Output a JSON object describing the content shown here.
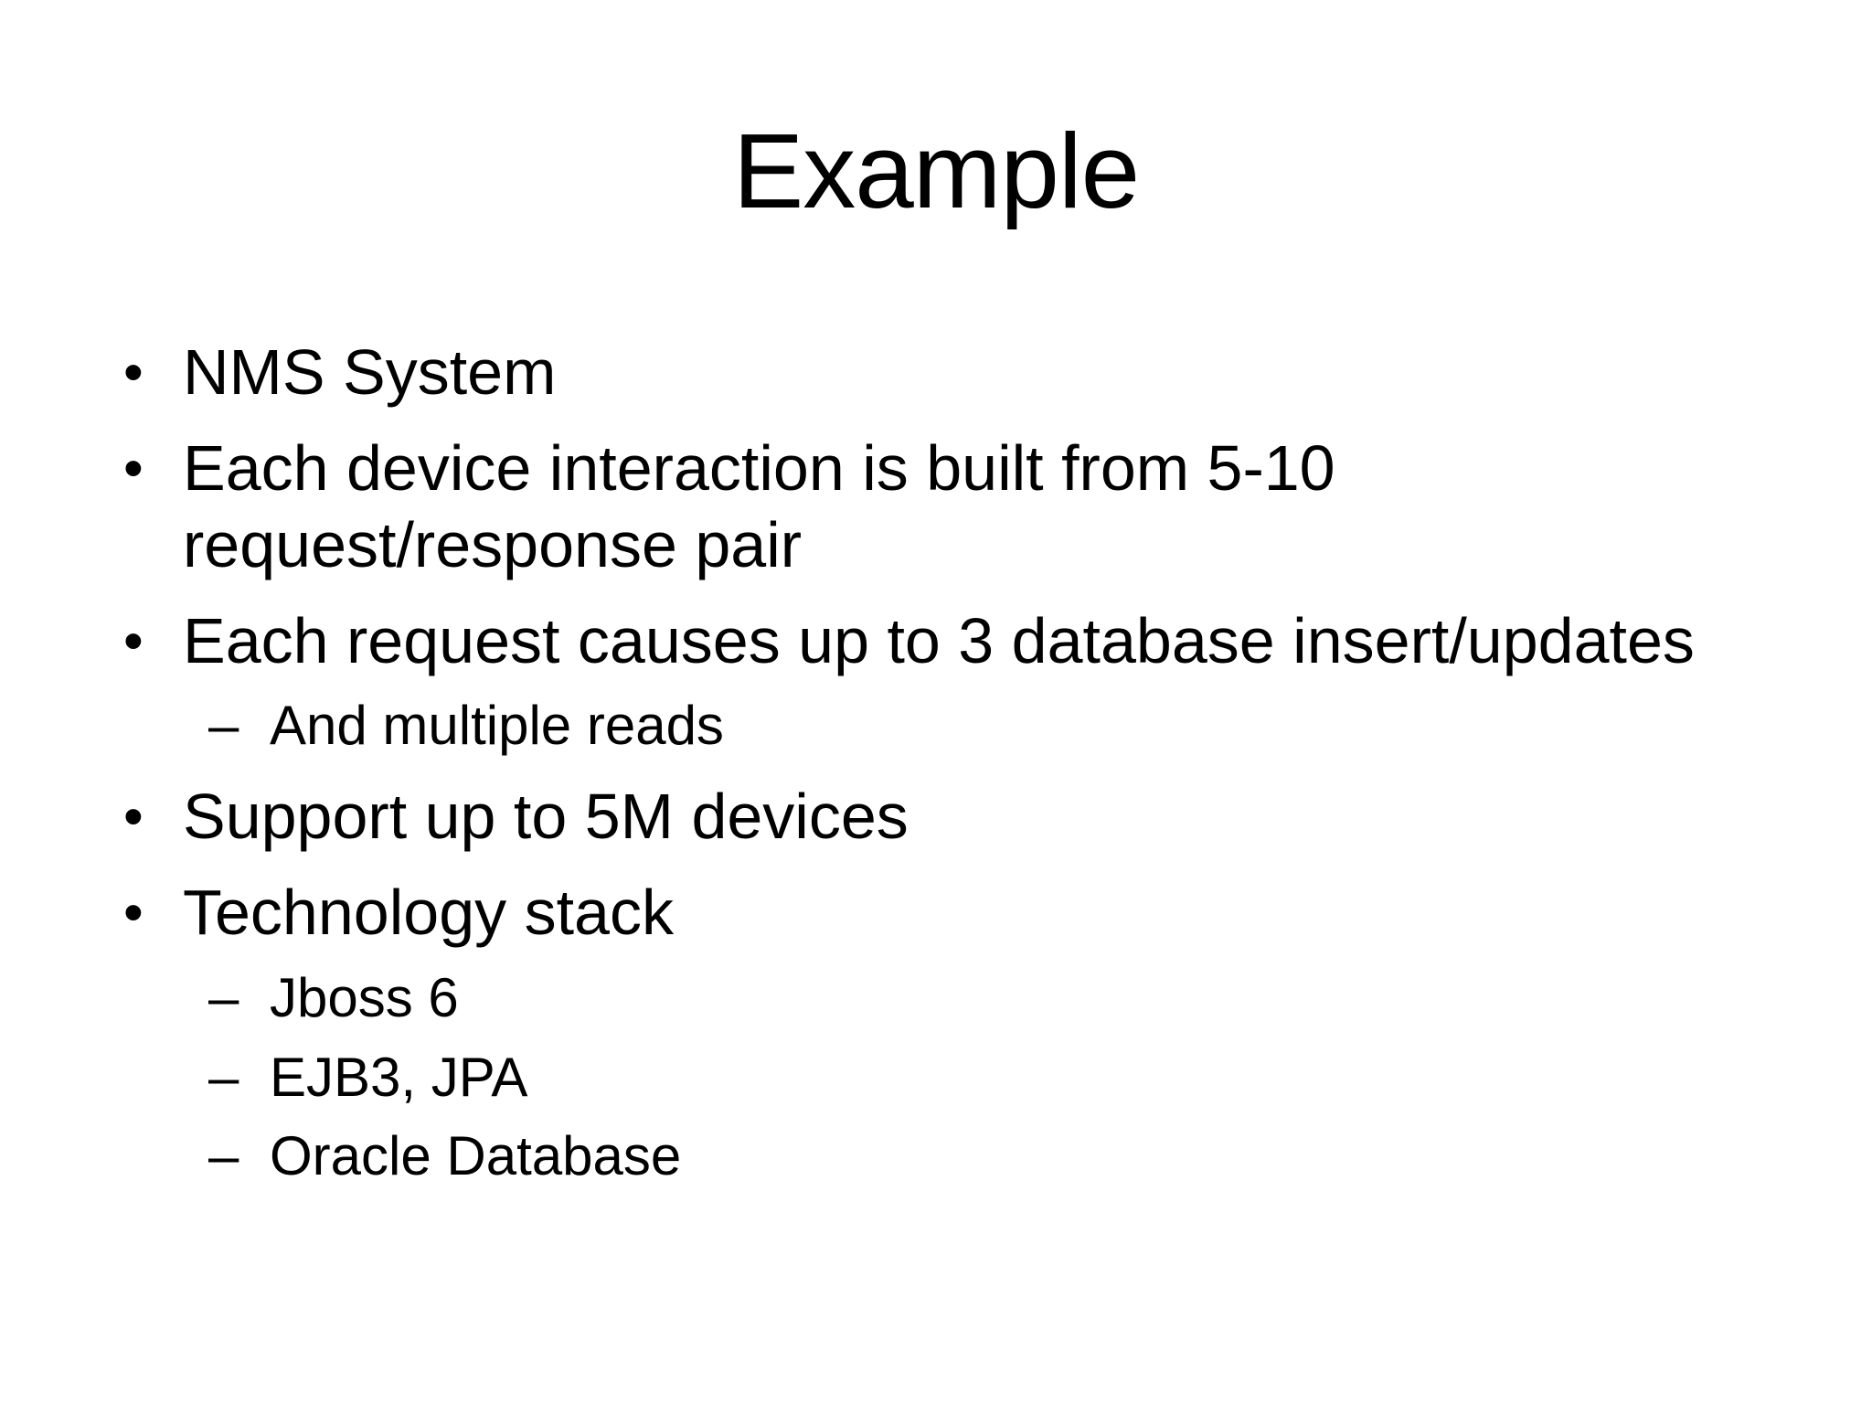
{
  "slide": {
    "title": "Example",
    "bullet_markers": {
      "level1": "•",
      "level2": "–"
    },
    "bullets": [
      {
        "level": 1,
        "text": "NMS System"
      },
      {
        "level": 1,
        "text": "Each device interaction is built from 5-10\nrequest/response pair"
      },
      {
        "level": 1,
        "text": "Each request causes up to 3 database insert/updates"
      },
      {
        "level": 2,
        "text": "And multiple reads"
      },
      {
        "level": 1,
        "text": "Support up to 5M devices"
      },
      {
        "level": 1,
        "text": "Technology stack"
      },
      {
        "level": 2,
        "text": "Jboss 6"
      },
      {
        "level": 2,
        "text": "EJB3, JPA"
      },
      {
        "level": 2,
        "text": "Oracle Database"
      }
    ],
    "colors": {
      "background": "#ffffff",
      "text": "#000000"
    }
  }
}
